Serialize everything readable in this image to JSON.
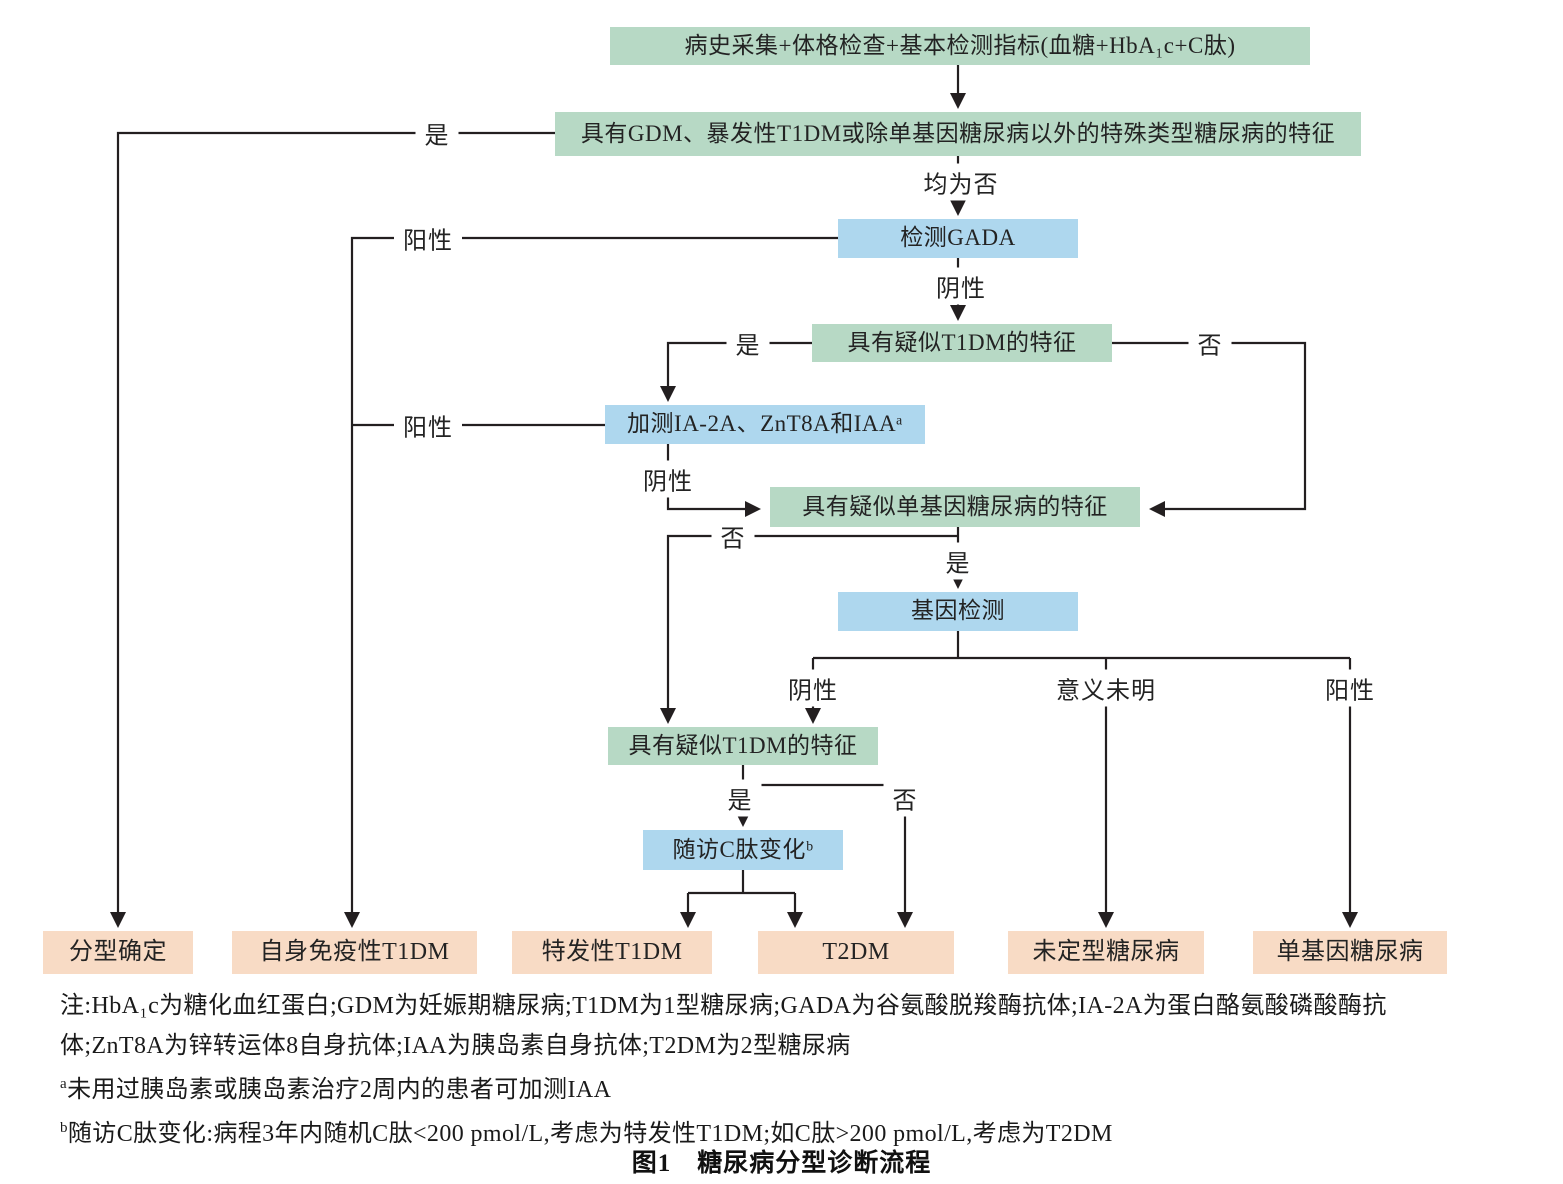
{
  "figure": {
    "caption_prefix": "图1",
    "caption_title": "糖尿病分型诊断流程"
  },
  "flowchart": {
    "colors": {
      "process_green": "#b7d9c5",
      "test_blue": "#aed7ee",
      "outcome_peach": "#f8dbc5",
      "line_black": "#231f20"
    },
    "nodes": [
      {
        "id": "intake",
        "label": "病史采集+体格检查+基本检测指标(血糖+HbA₁c+C肽)"
      },
      {
        "id": "special-type-features",
        "label": "具有GDM、暴发性T1DM或除单基因糖尿病以外的特殊类型糖尿病的特征"
      },
      {
        "id": "gada-test",
        "label": "检测GADA"
      },
      {
        "id": "t1dm-features-1",
        "label": "具有疑似T1DM的特征"
      },
      {
        "id": "additional-antibody-test",
        "label": "加测IA-2A、ZnT8A和IAAᵃ"
      },
      {
        "id": "monogenic-features",
        "label": "具有疑似单基因糖尿病的特征"
      },
      {
        "id": "gene-test",
        "label": "基因检测"
      },
      {
        "id": "t1dm-features-2",
        "label": "具有疑似T1DM的特征"
      },
      {
        "id": "c-peptide-followup",
        "label": "随访C肽变化ᵇ"
      }
    ],
    "outcomes": [
      {
        "id": "typing-confirmed",
        "label": "分型确定"
      },
      {
        "id": "autoimmune-t1dm",
        "label": "自身免疫性T1DM"
      },
      {
        "id": "idiopathic-t1dm",
        "label": "特发性T1DM"
      },
      {
        "id": "t2dm",
        "label": "T2DM"
      },
      {
        "id": "undetermined-dm",
        "label": "未定型糖尿病"
      },
      {
        "id": "monogenic-dm",
        "label": "单基因糖尿病"
      }
    ],
    "edge_labels": [
      {
        "id": "yes-1",
        "text": "是"
      },
      {
        "id": "all-no",
        "text": "均为否"
      },
      {
        "id": "positive-1",
        "text": "阳性"
      },
      {
        "id": "negative-1",
        "text": "阴性"
      },
      {
        "id": "yes-2",
        "text": "是"
      },
      {
        "id": "no-2",
        "text": "否"
      },
      {
        "id": "positive-2",
        "text": "阳性"
      },
      {
        "id": "negative-2",
        "text": "阴性"
      },
      {
        "id": "no-3",
        "text": "否"
      },
      {
        "id": "yes-3",
        "text": "是"
      },
      {
        "id": "negative-3",
        "text": "阴性"
      },
      {
        "id": "unknown-significance",
        "text": "意义未明"
      },
      {
        "id": "positive-3",
        "text": "阳性"
      },
      {
        "id": "yes-4",
        "text": "是"
      },
      {
        "id": "no-4",
        "text": "否"
      }
    ]
  },
  "notes": {
    "definitions": "注:HbA₁c为糖化血红蛋白;GDM为妊娠期糖尿病;T1DM为1型糖尿病;GADA为谷氨酸脱羧酶抗体;IA-2A为蛋白酪氨酸磷酸酶抗体;ZnT8A为锌转运体8自身抗体;IAA为胰岛素自身抗体;T2DM为2型糖尿病",
    "footnote_a_marker": "a",
    "footnote_a": "未用过胰岛素或胰岛素治疗2周内的患者可加测IAA",
    "footnote_b_marker": "b",
    "footnote_b": "随访C肽变化:病程3年内随机C肽<200 pmol/L,考虑为特发性T1DM;如C肽>200 pmol/L,考虑为T2DM"
  }
}
